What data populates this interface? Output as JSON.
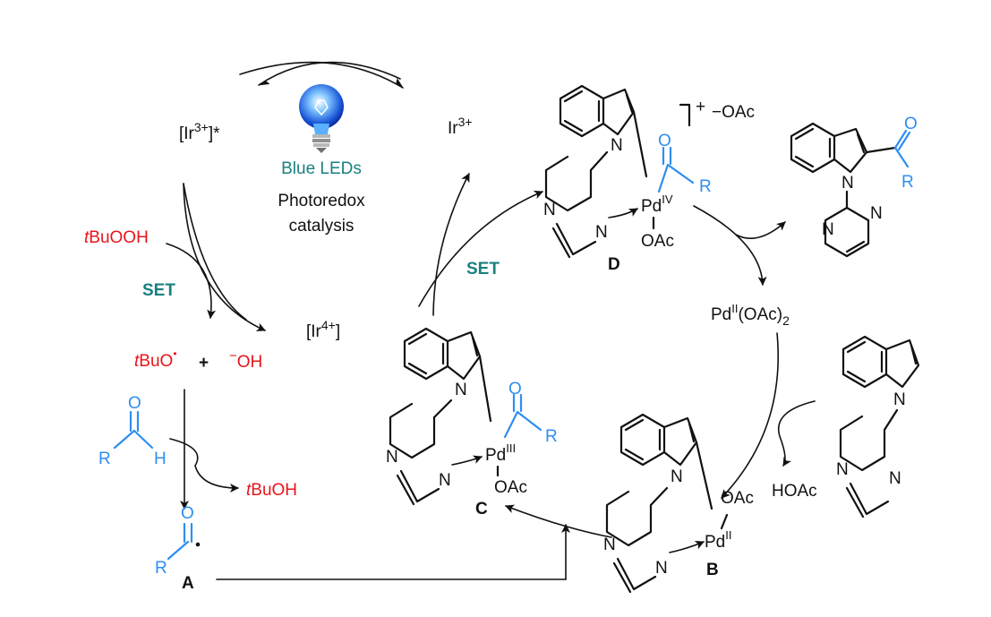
{
  "photoredox": {
    "ir3_excited_main": "[Ir",
    "ir3_excited_sup": "3+",
    "ir3_excited_tail": "]*",
    "ir3_main": "Ir",
    "ir3_sup": "3+",
    "ir4_main": "[Ir",
    "ir4_sup": "4+",
    "ir4_tail": "]",
    "led_label": "Blue LEDs",
    "caption_line1": "Photoredox",
    "caption_line2": "catalysis"
  },
  "left_column": {
    "tbuooh_italic": "t",
    "tbuooh_rest": "BuOOH",
    "set_label_1": "SET",
    "tbuo_italic": "t",
    "tbuo_rest": "BuO",
    "radical_dot": "•",
    "plus": "+",
    "oh_minus": "−",
    "oh_label": "OH",
    "aldehyde_r": "R",
    "aldehyde_h": "H",
    "aldehyde_o": "O",
    "tbuoh_italic": "t",
    "tbuoh_rest": "BuOH",
    "acyl_r": "R",
    "acyl_o": "O",
    "label_A": "A"
  },
  "cycle": {
    "set_label_2": "SET",
    "pd_oac2_main": "Pd",
    "pd_oac2_sup": "II",
    "pd_oac2_tail": "(OAc)",
    "pd_oac2_sub": "2",
    "hoac": "HOAc"
  },
  "complex_D": {
    "bracket_charge": "+",
    "counter_ion": "−OAc",
    "pd": "Pd",
    "pd_ox": "IV",
    "n1": "N",
    "n2": "N",
    "n3": "N",
    "oac": "OAc",
    "acyl_o": "O",
    "acyl_r": "R",
    "label": "D"
  },
  "complex_C": {
    "pd": "Pd",
    "pd_ox": "III",
    "n1": "N",
    "n2": "N",
    "n3": "N",
    "oac": "OAc",
    "acyl_o": "O",
    "acyl_r": "R",
    "label": "C"
  },
  "complex_B": {
    "pd": "Pd",
    "pd_ox": "II",
    "n1": "N",
    "n2": "N",
    "n3": "N",
    "oac": "OAc",
    "label": "B"
  },
  "product": {
    "n1": "N",
    "n2": "N",
    "n3": "N",
    "o": "O",
    "r": "R"
  },
  "substrate": {
    "n1": "N",
    "n2": "N",
    "n3": "N"
  }
}
